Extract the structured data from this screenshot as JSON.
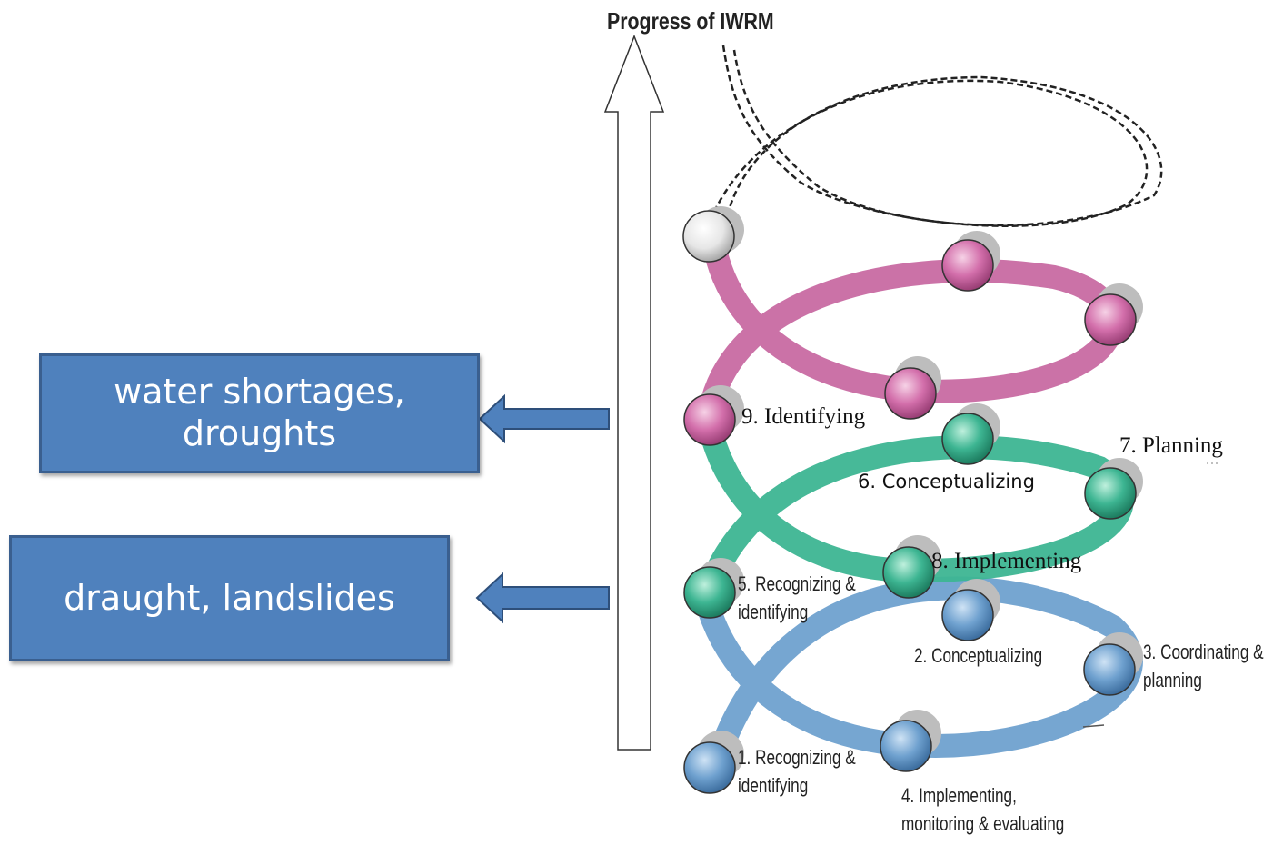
{
  "title": "Progress of IWRM",
  "boxes": [
    {
      "text": "water shortages, droughts"
    },
    {
      "text": "draught, landslides"
    }
  ],
  "stages": {
    "s1": "1. Recognizing & identifying",
    "s2": "2. Conceptualizing",
    "s3": "3. Coordinating & planning",
    "s4": "4. Implementing, monitoring & evaluating",
    "s5": "5. Recognizing & identifying",
    "s6": "6. Conceptualizing",
    "s7": "7. Planning",
    "s8": "8. Implementing",
    "s9": "9. Identifying"
  },
  "colors": {
    "blue": "#6fa1cf",
    "teal": "#3db592",
    "pink": "#c86aa2",
    "box": "#4f81bd"
  }
}
